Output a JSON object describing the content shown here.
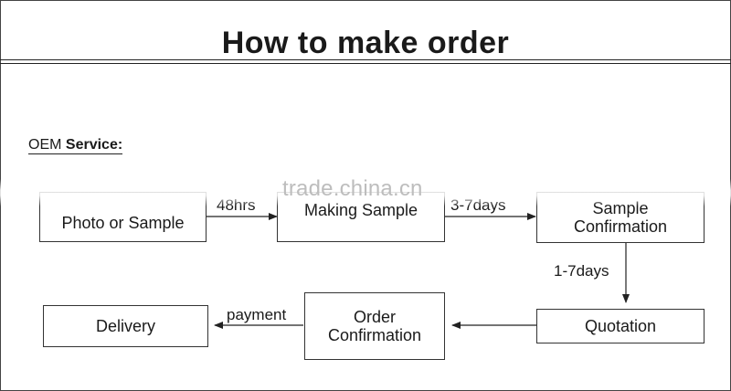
{
  "title": "How to make order",
  "section": {
    "prefix": "OEM",
    "bold": "Service:"
  },
  "boxes": {
    "photo": {
      "line1": "Photo or Sample"
    },
    "making": {
      "line1": "Making Sample"
    },
    "sample_confirm": {
      "line1": "Sample",
      "line2": "Confirmation"
    },
    "quotation": {
      "line1": "Quotation"
    },
    "order": {
      "line1": "Order",
      "line2": "Confirmation"
    },
    "delivery": {
      "line1": "Delivery"
    }
  },
  "arrows": {
    "a1": "48hrs",
    "a2": "3-7days",
    "a3": "1-7days",
    "a5": "payment"
  },
  "watermark": "trade.china.cn"
}
